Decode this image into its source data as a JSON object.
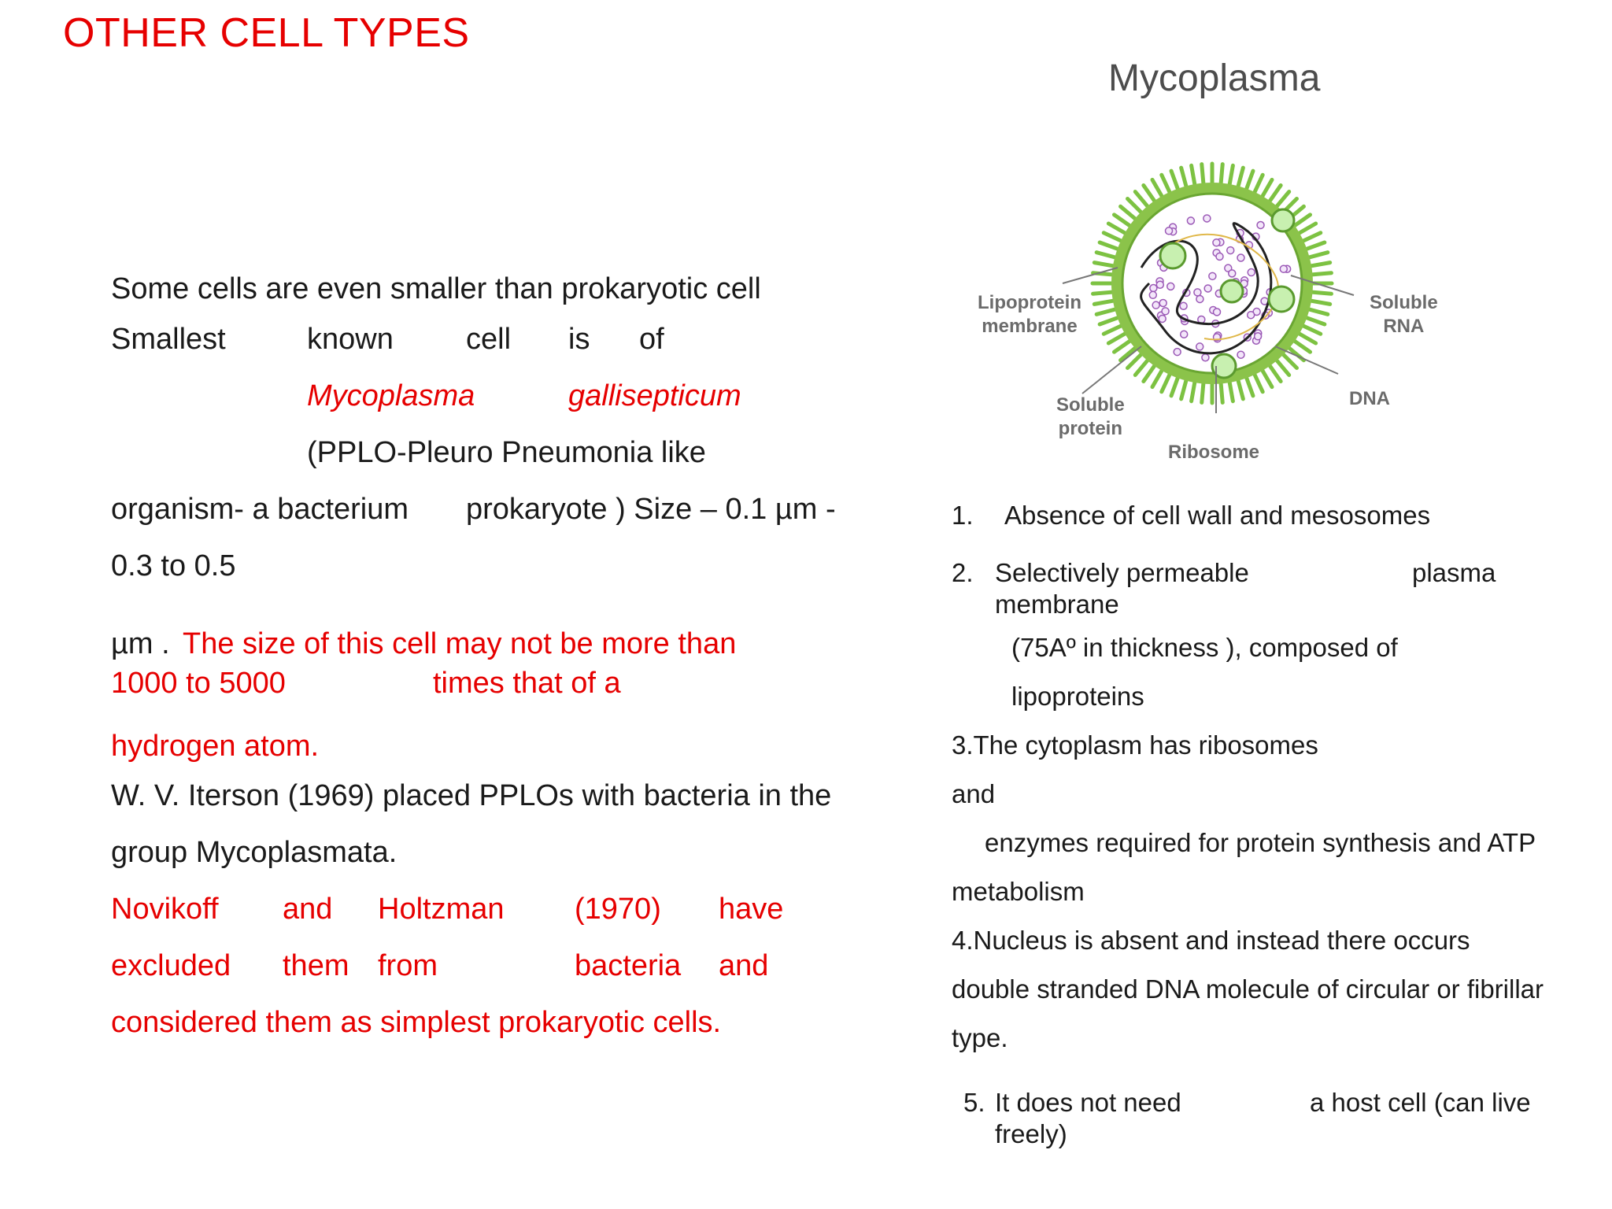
{
  "slide": {
    "title": "OTHER  CELL TYPES"
  },
  "left": {
    "line1": "Some cells are even smaller than prokaryotic cell",
    "smallest": [
      "Smallest",
      "known",
      "cell",
      "is",
      "of"
    ],
    "species_genus": "Mycoplasma",
    "species_name": "gallisepticum",
    "pplo": "(PPLO-Pleuro  Pneumonia like",
    "organism_a": "organism-  a bacterium",
    "organism_b": "prokaryote ) Size – 0.1 µm -",
    "size_range": "0.3 to  0.5",
    "um": "µm .",
    "size_note_1": "The size of  this  cell may  not  be  more   than",
    "size_note_2a": "1000 to  5000",
    "size_note_2b": "times that of a",
    "size_note_3": "hydrogen atom.",
    "iterson_1": "W. V. Iterson (1969) placed PPLOs with bacteria in the",
    "iterson_2": "group Mycoplasmata.",
    "novikoff_row1": [
      "Novikoff",
      "and",
      "Holtzman",
      "(1970)",
      "have"
    ],
    "novikoff_row2": [
      "excluded",
      "them",
      "from",
      "bacteria",
      "and"
    ],
    "novikoff_3": "considered them as simplest prokaryotic cells."
  },
  "diagram": {
    "title": "Mycoplasma",
    "labels": {
      "lipoprotein_1": "Lipoprotein",
      "lipoprotein_2": "membrane",
      "soluble_rna_1": "Soluble",
      "soluble_rna_2": "RNA",
      "dna": "DNA",
      "soluble_protein_1": "Soluble",
      "soluble_protein_2": "protein",
      "ribosome": "Ribosome"
    },
    "colors": {
      "membrane": "#7dc242",
      "ribosome": "#9b59b6",
      "dna": "#222222",
      "label": "#6b6b6b"
    }
  },
  "right": {
    "item1_num": "1.",
    "item1_text": "Absence of cell wall and mesosomes",
    "item2_num": "2.",
    "item2_a": "Selectively permeable",
    "item2_b": "plasma",
    "item2_c": "membrane",
    "item2_d": "(75Aº in thickness ), composed of",
    "item2_e": "lipoproteins",
    "item3_a": "3.The cytoplasm has ribosomes",
    "item3_b": "and",
    "item3_c": "enzymes  required for protein synthesis and ATP",
    "item3_d": "metabolism",
    "item4_a": "4.Nucleus is absent and instead there occurs",
    "item4_b": "double stranded DNA molecule of circular or  fibrillar",
    "item4_c": "type.",
    "item5_num": "5.",
    "item5_a": "It does not need",
    "item5_b": "a host cell (can live",
    "item5_c": "freely)"
  }
}
